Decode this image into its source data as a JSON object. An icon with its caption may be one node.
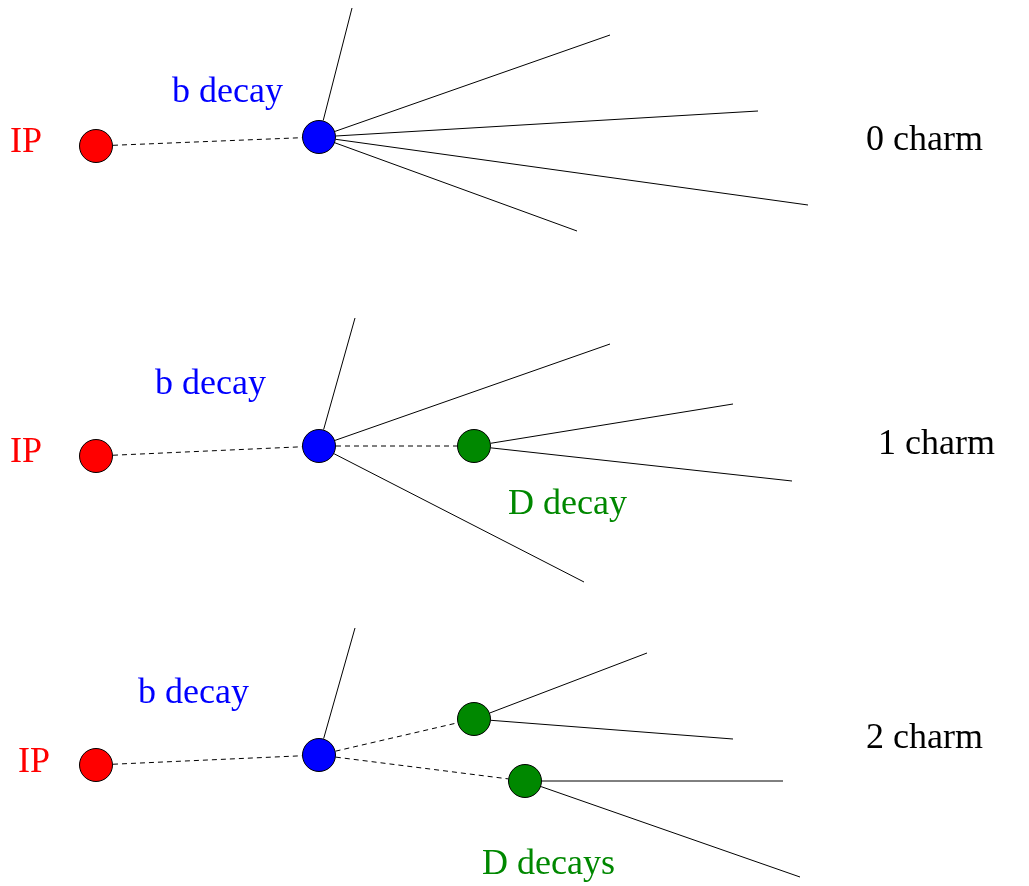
{
  "diagram": {
    "nodes": [
      {
        "text": [],
        "shape": "circle",
        "beside": [
          "IP"
        ]
      },
      {
        "text": [],
        "shape": "circle",
        "beside": [
          "b decay"
        ]
      },
      {
        "text": [],
        "shape": "circle",
        "beside": [
          "IP"
        ]
      },
      {
        "text": [],
        "shape": "circle",
        "beside": [
          "b decay"
        ]
      },
      {
        "text": [],
        "shape": "circle",
        "beside": [
          "D decay"
        ]
      },
      {
        "text": [],
        "shape": "circle",
        "beside": [
          "IP"
        ]
      },
      {
        "text": [],
        "shape": "circle",
        "beside": [
          "b decay"
        ]
      },
      {
        "text": [],
        "shape": "circle"
      },
      {
        "text": [],
        "shape": "circle",
        "beside": [
          "D decays"
        ]
      }
    ],
    "edges": [
      {
        "from": 0,
        "to": 1,
        "arrow": "none",
        "style": "dashed"
      },
      {
        "from": 1,
        "to": null,
        "arrow": "none"
      },
      {
        "from": 1,
        "to": null,
        "arrow": "none"
      },
      {
        "from": 1,
        "to": null,
        "arrow": "none"
      },
      {
        "from": 1,
        "to": null,
        "arrow": "none"
      },
      {
        "from": 1,
        "to": null,
        "arrow": "none"
      },
      {
        "from": 2,
        "to": 3,
        "arrow": "none",
        "style": "dashed"
      },
      {
        "from": 3,
        "to": 4,
        "arrow": "none",
        "style": "dashed"
      },
      {
        "from": 3,
        "to": null,
        "arrow": "none"
      },
      {
        "from": 3,
        "to": null,
        "arrow": "none"
      },
      {
        "from": 3,
        "to": null,
        "arrow": "none"
      },
      {
        "from": 4,
        "to": null,
        "arrow": "none"
      },
      {
        "from": 4,
        "to": null,
        "arrow": "none"
      },
      {
        "from": 5,
        "to": 6,
        "arrow": "none",
        "style": "dashed"
      },
      {
        "from": 6,
        "to": 7,
        "arrow": "none",
        "style": "dashed"
      },
      {
        "from": 6,
        "to": 8,
        "arrow": "none",
        "style": "dashed"
      },
      {
        "from": 6,
        "to": null,
        "arrow": "none"
      },
      {
        "from": 7,
        "to": null,
        "arrow": "none"
      },
      {
        "from": 7,
        "to": null,
        "arrow": "none"
      },
      {
        "from": 8,
        "to": null,
        "arrow": "none"
      },
      {
        "from": 8,
        "to": null,
        "arrow": "none"
      }
    ],
    "labels": [
      "0 charm",
      "1 charm",
      "2 charm"
    ]
  }
}
